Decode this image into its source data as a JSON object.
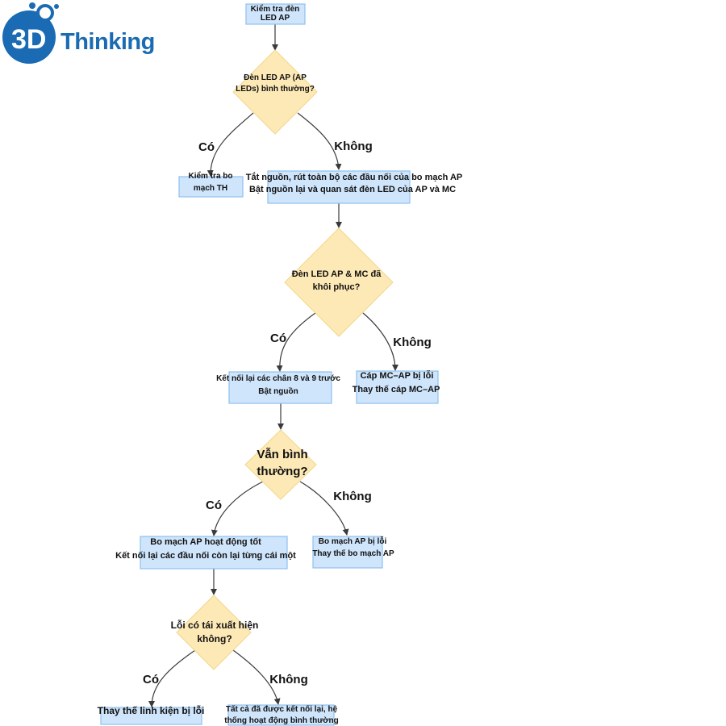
{
  "logo": {
    "mark": "3D",
    "text": "Thinking"
  },
  "nodes": {
    "start": [
      "Kiểm tra đèn",
      "LED AP"
    ],
    "d1": [
      "Đèn LED AP (AP",
      "LEDs) bình thường?"
    ],
    "check_th": [
      "Kiểm tra bo",
      "mạch TH"
    ],
    "power_cycle": [
      "Tắt nguồn, rút toàn bộ các đầu nối của bo mạch AP",
      "Bật nguồn lại và quan sát đèn LED của AP và MC"
    ],
    "d2": [
      "Đèn LED AP & MC đã",
      "khôi phục?"
    ],
    "reconnect_pins": [
      "Kết nối lại các chân 8 và 9 trước",
      "Bật nguồn"
    ],
    "cable_fault": [
      "Cáp MC–AP bị lỗi",
      "Thay thế cáp MC–AP"
    ],
    "d3": [
      "Vẫn bình",
      "thường?"
    ],
    "ap_ok": [
      "Bo mạch AP  hoạt động tốt",
      "Kết nối lại các đầu nối còn lại từng cái một"
    ],
    "ap_fault": [
      "Bo mạch AP  bị lỗi",
      "Thay thế bo mạch AP"
    ],
    "d4": [
      "Lỗi có tái xuất hiện",
      "không?"
    ],
    "replace_part": [
      "Thay thế linh kiện bị lỗi"
    ],
    "all_ok": [
      "Tất cả đã được kết nối lại, hệ",
      "thống hoạt động bình thường"
    ]
  },
  "edge_labels": {
    "d1_yes": "Có",
    "d1_no": "Không",
    "d2_yes": "Có",
    "d2_no": "Không",
    "d3_yes": "Có",
    "d3_no": "Không",
    "d4_yes": "Có",
    "d4_no": "Không"
  }
}
